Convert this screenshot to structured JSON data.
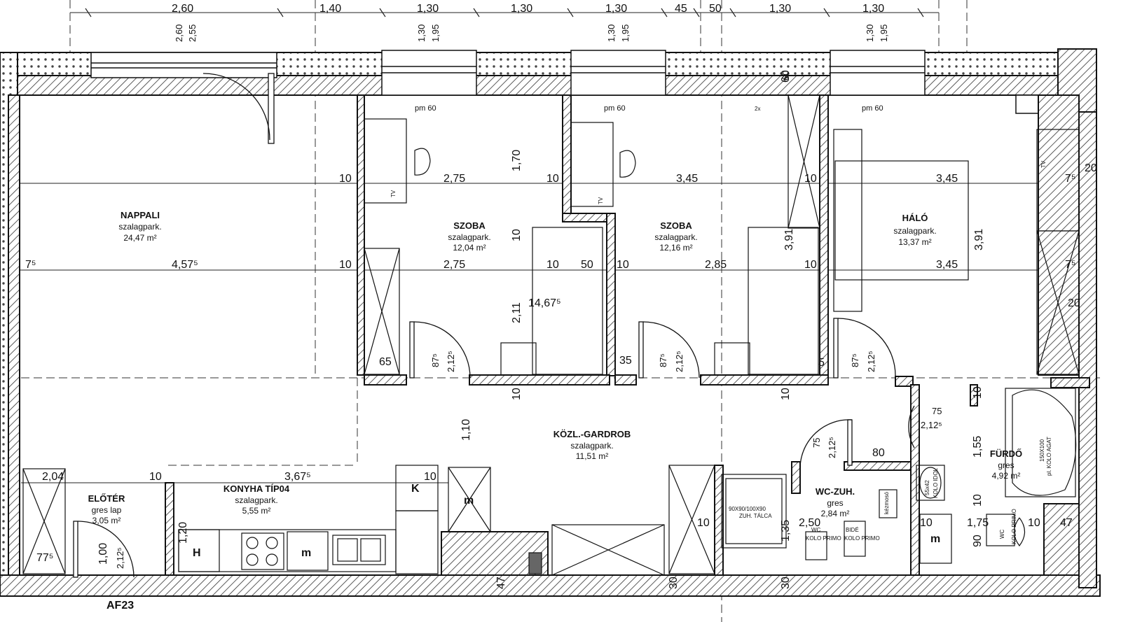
{
  "top_dimensions": [
    "2,60",
    "1,40",
    "1,30",
    "1,30",
    "1,30",
    "45",
    "50",
    "1,30",
    "1,30"
  ],
  "window_heights": [
    {
      "a": "2,60",
      "b": "2,55"
    },
    {
      "a": "1,30",
      "b": "1,95"
    },
    {
      "a": "1,30",
      "b": "1,95"
    },
    {
      "a": "1,30",
      "b": "1,95"
    }
  ],
  "window_notes": [
    "pm 60",
    "pm 60",
    "pm 60",
    "60"
  ],
  "rooms": {
    "nappali": {
      "name": "NAPPALI",
      "floor": "szalagpark.",
      "area": "24,47 m²"
    },
    "szoba1": {
      "name": "SZOBA",
      "floor": "szalagpark.",
      "area": "12,04 m²"
    },
    "szoba2": {
      "name": "SZOBA",
      "floor": "szalagpark.",
      "area": "12,16 m²"
    },
    "halo": {
      "name": "HÁLÓ",
      "floor": "szalagpark.",
      "area": "13,37 m²"
    },
    "kozl": {
      "name": "KÖZL.-GARDROB",
      "floor": "szalagpark.",
      "area": "11,51 m²"
    },
    "konyha": {
      "name": "KONYHA TÍP04",
      "floor": "szalagpark.",
      "area": "5,55 m²"
    },
    "eloter": {
      "name": "ELŐTÉR",
      "floor": "gres lap",
      "area": "3,05 m²"
    },
    "wczuh": {
      "name": "WC-ZUH.",
      "floor": "gres",
      "area": "2,84 m²"
    },
    "furdo": {
      "name": "FÜRDŐ",
      "floor": "gres",
      "area": "4,92 m²"
    }
  },
  "inner_dimensions": {
    "row1": [
      "10",
      "2,75",
      "10",
      "3,45",
      "10",
      "3,45",
      "7⁵"
    ],
    "row2": [
      "7⁵",
      "4,57⁵",
      "10",
      "2,75",
      "10",
      "50",
      "10",
      "2,85",
      "10",
      "3,45",
      "7⁵"
    ],
    "vertical": [
      "1,70",
      "10",
      "2,11",
      "3,91",
      "3,91",
      "1,10",
      "1,55",
      "1,20",
      "1,00",
      "2,12⁵",
      "90",
      "10",
      "10",
      "10",
      "10",
      "1,35",
      "30",
      "30",
      "47",
      "60"
    ],
    "misc": [
      "14,67⁵",
      "65",
      "35",
      "5",
      "87⁵",
      "2,12⁵",
      "87⁵",
      "2,12⁵",
      "87⁵",
      "2,12⁵",
      "20",
      "20",
      "75",
      "2,12⁵",
      "75",
      "2,12⁵",
      "80",
      "2,04",
      "10",
      "3,67⁵",
      "10",
      "77⁵",
      "2,50",
      "10",
      "1,75",
      "10",
      "47",
      "10"
    ]
  },
  "fixtures": {
    "stove_tag": "H",
    "cabinet_tag": "m",
    "fridge_tag": "K",
    "shaft_tag": "m",
    "tv": "TV",
    "socket": "2x",
    "shower": "90X90/100X90",
    "shower_sub": "ZUH. TÁLCA",
    "wc1": "WC",
    "wc1_sub": "KOLO PRIMO",
    "bidet": "BIDÉ",
    "bidet_sub": "KOLO PRIMO",
    "wc2": "WC",
    "wc2_sub": "KOLO PRIMO",
    "sink": "55x42",
    "sink_sub": "KOLO IDOL",
    "tub": "150X100",
    "tub_sub": "pl. KOLO AGAT",
    "basin": "kézmosó",
    "furdo_cab": "m",
    "stair_label": "AF23"
  }
}
